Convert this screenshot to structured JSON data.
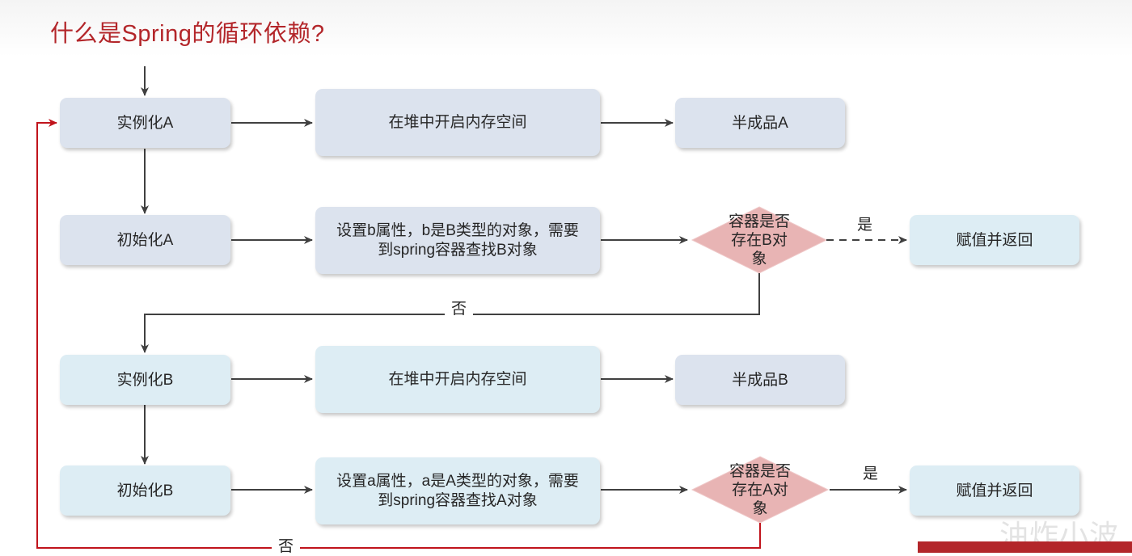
{
  "title": "什么是Spring的循环依赖?",
  "nodes": {
    "instantiate_a": "实例化A",
    "heap_a": "在堆中开启内存空间",
    "half_a": "半成品A",
    "init_a": "初始化A",
    "set_b": "设置b属性，b是B类型的对象，需要到spring容器查找B对象",
    "check_b": "容器是否存在B对象",
    "return_1": "赋值并返回",
    "instantiate_b": "实例化B",
    "heap_b": "在堆中开启内存空间",
    "half_b": "半成品B",
    "init_b": "初始化B",
    "set_a": "设置a属性，a是A类型的对象，需要到spring容器查找A对象",
    "check_a": "容器是否存在A对象",
    "return_2": "赋值并返回"
  },
  "edge_labels": {
    "yes_1": "是",
    "no_1": "否",
    "yes_2": "是",
    "no_2": "否"
  },
  "colors": {
    "title": "#b3262a",
    "node_a": "#dce3ee",
    "node_b": "#ddedf4",
    "decision": "#e8b4b4",
    "arrow": "#404040",
    "loop_arrow": "#c0141c"
  },
  "watermark": "油炸小波"
}
